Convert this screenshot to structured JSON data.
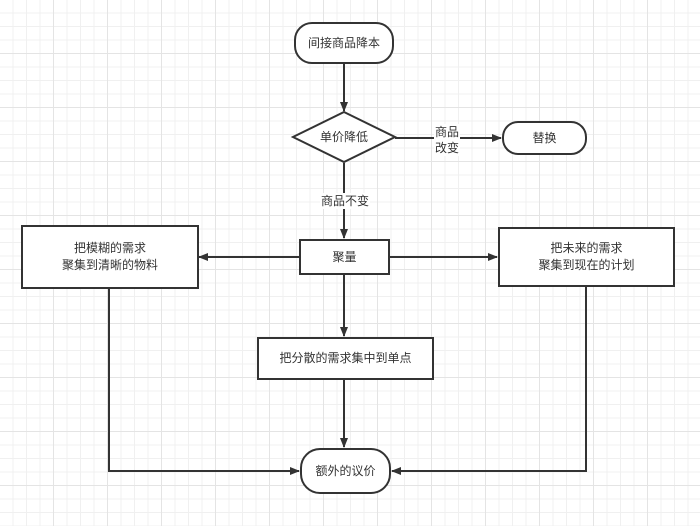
{
  "diagram": {
    "type": "flowchart",
    "nodes": {
      "start": {
        "label": "间接商品降本",
        "shape": "rounded"
      },
      "decision": {
        "label": "单价降低",
        "shape": "diamond"
      },
      "replace": {
        "label": "替换",
        "shape": "rounded"
      },
      "aggregate": {
        "label": "聚量",
        "shape": "rectangle"
      },
      "left_box": {
        "label": "把模糊的需求\n聚集到清晰的物料",
        "shape": "rectangle"
      },
      "right_box": {
        "label": "把未来的需求\n聚集到现在的计划",
        "shape": "rectangle"
      },
      "middle_box": {
        "label": "把分散的需求集中到单点",
        "shape": "rectangle"
      },
      "end": {
        "label": "额外的议价",
        "shape": "rounded"
      }
    },
    "edge_labels": {
      "product_change": "商品\n改变",
      "product_unchanged": "商品不变"
    },
    "edges": [
      {
        "from": "start",
        "to": "decision"
      },
      {
        "from": "decision",
        "to": "replace",
        "label": "商品\n改变"
      },
      {
        "from": "decision",
        "to": "aggregate",
        "label": "商品不变"
      },
      {
        "from": "aggregate",
        "to": "left_box"
      },
      {
        "from": "aggregate",
        "to": "right_box"
      },
      {
        "from": "aggregate",
        "to": "middle_box"
      },
      {
        "from": "left_box",
        "to": "end"
      },
      {
        "from": "middle_box",
        "to": "end"
      },
      {
        "from": "right_box",
        "to": "end"
      }
    ],
    "colors": {
      "stroke": "#333333",
      "text": "#333333",
      "fill": "#ffffff"
    }
  }
}
